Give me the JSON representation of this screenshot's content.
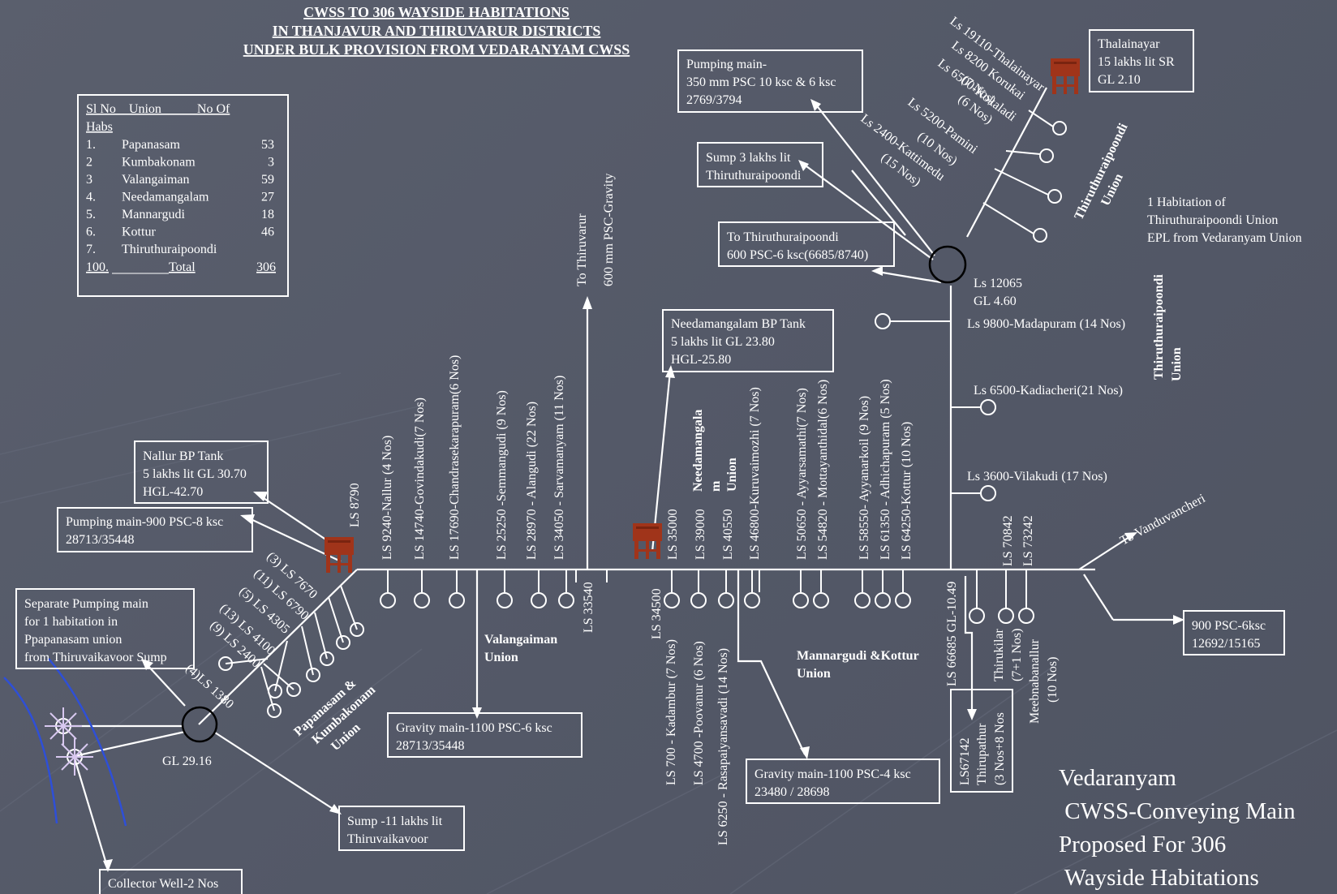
{
  "title": [
    "CWSS TO 306 WAYSIDE HABITATIONS",
    "IN THANJAVUR AND THIRUVARUR DISTRICTS",
    "UNDER BULK PROVISION FROM VEDARANYAM CWSS"
  ],
  "habs_table": {
    "header_a": "Sl No    Union           No Of",
    "header_b": "Habs",
    "rows": [
      {
        "sl": "1.",
        "union": "Papanasam",
        "habs": "53"
      },
      {
        "sl": "2",
        "union": "Kumbakonam",
        "habs": "3"
      },
      {
        "sl": "3",
        "union": "Valangaiman",
        "habs": "59"
      },
      {
        "sl": "4.",
        "union": "Needamangalam",
        "habs": "27"
      },
      {
        "sl": "5.",
        "union": "Mannargudi",
        "habs": "18"
      },
      {
        "sl": "6.",
        "union": "Kottur",
        "habs": "46"
      },
      {
        "sl": "7.",
        "union": "Thiruthuraipoondi",
        "habs": ""
      }
    ],
    "total_sl": "100.",
    "total_label": "Total",
    "total_value": "306"
  },
  "boxes": {
    "nallur": [
      "Nallur  BP Tank",
      "5 lakhs lit  GL 30.70",
      "HGL-42.70"
    ],
    "pumping900": [
      "Pumping main-900 PSC-8 ksc",
      "28713/35448"
    ],
    "separate": [
      "Separate Pumping main",
      "for 1 habitation in",
      "Ppapanasam union",
      "from Thiruvaikavoor Sump"
    ],
    "collector": "Collector Well-2 Nos",
    "sump11": [
      "Sump -11 lakhs lit",
      "Thiruvaikavoor"
    ],
    "gravity1100_6": [
      "Gravity main-1100 PSC-6 ksc",
      "28713/35448"
    ],
    "needamangalam_bp": [
      "Needamangalam BP Tank",
      "5 lakhs lit  GL 23.80",
      "HGL-25.80"
    ],
    "gravity1100_4": [
      "Gravity main-1100 PSC-4 ksc",
      "23480 / 28698"
    ],
    "pumping350": [
      "Pumping main-",
      "350 mm PSC 10 ksc & 6 ksc",
      "2769/3794"
    ],
    "sump3": [
      "Sump 3 lakhs lit",
      "Thiruthuraipoondi"
    ],
    "to_thiru600": [
      "To Thiruthuraipoondi",
      "600 PSC-6 ksc(6685/8740)"
    ],
    "thalainayar": [
      "Thalainayar",
      "15 lakhs lit SR",
      "GL 2.10"
    ],
    "psc900_6": [
      "900 PSC-6ksc",
      "12692/15165"
    ],
    "ls67142": [
      "LS67142",
      "Thirupathur",
      "(3 Nos+8 Nos"
    ]
  },
  "labels": {
    "gl2916": "GL 29.16",
    "papanasam_union": [
      "Papanasam &",
      "Kumbakonam",
      "Union"
    ],
    "valangaiman_union": [
      "Valangaiman",
      "Union"
    ],
    "needamangalam_union": [
      "Needamangala",
      "m",
      "Union"
    ],
    "mannargudi_union": [
      "Mannargudi &Kottur",
      "Union"
    ],
    "thiru_union_1": [
      "Thiruthuraipoondi",
      "Union"
    ],
    "thiru_union_2": [
      "Thiruthuraipoondi",
      "Union"
    ],
    "one_habitation": [
      "1 Habitation of",
      "Thiruthuraipoondi Union",
      "EPL from Vedaranyam Union"
    ],
    "to_thiruvarur": "To Thiruvarur",
    "psc600_gravity": "600 mm PSC-Gravity",
    "to_vanduvancheri": "To Vanduvancheri",
    "ls12065": [
      "Ls 12065",
      "GL  4.60"
    ],
    "ls9800": "Ls 9800-Madapuram (14 Nos)",
    "ls6500k": "Ls 6500-Kadiacheri(21 Nos)",
    "ls3600": "Ls 3600-Vilakudi (17 Nos)",
    "ls66685": "LS 66685 GL-10.49",
    "thirukilar": [
      "Thirukilar",
      "(7+1 Nos)"
    ],
    "meebnabanallur": [
      "Meebnabanallur",
      "(10 Nos)"
    ],
    "ls700": "LS 700 - Kadambur (7 Nos)",
    "ls4700": "LS 4700 -Poovanur (6 Nos)",
    "ls6250": "LS 6250 - Rasapaiyansavadi (14 Nos)",
    "ls34500": "LS 34500",
    "ls33540": "LS 33540",
    "ls8790": "LS 8790",
    "ls70842": "LS 70842",
    "ls73242": "LS 73242",
    "diagonal_branches": [
      "(3) LS 7670",
      "(11) LS 6790",
      "(5)  LS 4305",
      "(13) LS 4100",
      "(9) LS 2400",
      "(4)LS 1380"
    ],
    "thiru_branches": [
      "Ls 19110-Thalainayar",
      "Ls 8200 Korukai",
      "(7 Nos)",
      "Ls 6500-Kokaladi",
      "(6 Nos)",
      "Ls 5200-Pamini",
      "(10 Nos)",
      "Ls 2400-Kattimedu",
      "(15 Nos)"
    ],
    "main_branches": [
      "LS 9240-Nallur (4 Nos)",
      "LS 14740-Govindakudi(7 Nos)",
      "LS 17690-Chandrasekarapuram(6 Nos)",
      "LS 25250  -Semmangudi (9 Nos)",
      "LS 28970  - Alangudi (22 Nos)",
      "LS 34050  - Sarvamanyam (11 Nos)",
      "LS 35000",
      "LS 39000",
      "LS 40550",
      "LS 46800-Kuruvaimozhi (7 Nos)",
      "LS 50650  - Ayyarsamathi(7 Nos)",
      "LS 54820  - Mottayanthidal(6 Nos)",
      "LS 58550- Ayyanarkoil (9 Nos)",
      "LS 61350  - Adhichapuram (5 Nos)",
      "LS 64250-Kottur (10 Nos)"
    ]
  },
  "caption": [
    "Vedaranyam",
    " CWSS-Conveying Main",
    "Proposed For 306",
    " Wayside Habitations"
  ]
}
